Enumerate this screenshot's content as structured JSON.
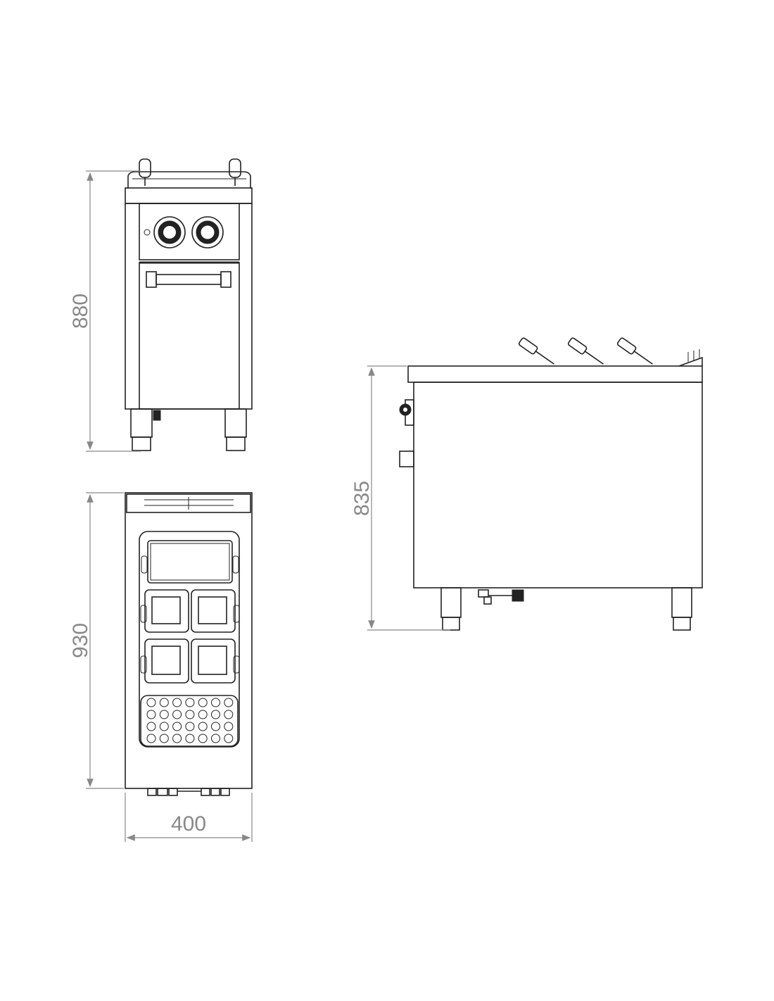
{
  "views": {
    "front": {
      "dimension_height": "880"
    },
    "top": {
      "dimension_depth": "930",
      "dimension_width": "400"
    },
    "side": {
      "dimension_height": "835"
    }
  },
  "colors": {
    "line": "#222222",
    "dimension": "#888888"
  }
}
